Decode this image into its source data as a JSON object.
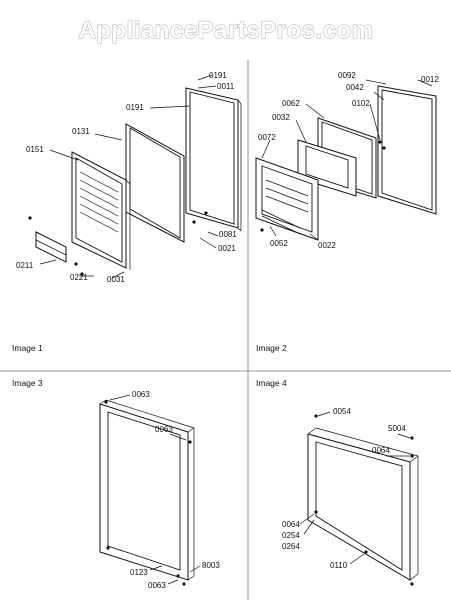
{
  "watermark": "AppliancePartsPros.com",
  "captions": {
    "image1": "Image 1",
    "image2": "Image 2",
    "image3": "Image 3",
    "image4": "Image 4"
  },
  "image1_labels": {
    "l0191a": "0191",
    "l0011": "0011",
    "l0191b": "0191",
    "l0131": "0131",
    "l0151": "0151",
    "l0081": "0081",
    "l0021": "0021",
    "l0211": "0211",
    "l0221": "0221",
    "l0031": "0031"
  },
  "image2_labels": {
    "l0092": "0092",
    "l0012": "0012",
    "l0042": "0042",
    "l0062": "0062",
    "l0102": "0102",
    "l0032": "0032",
    "l0072": "0072",
    "l0052": "0052",
    "l0022": "0022"
  },
  "image3_labels": {
    "l0063a": "0063",
    "l0063b": "0063",
    "l0123": "0123",
    "l8003": "8003",
    "l0063c": "0063"
  },
  "image4_labels": {
    "l0054": "0054",
    "l5004": "5004",
    "l0064a": "0064",
    "l0064b": "0064",
    "l0254": "0254",
    "l0264": "0264",
    "l0110": "0110"
  }
}
